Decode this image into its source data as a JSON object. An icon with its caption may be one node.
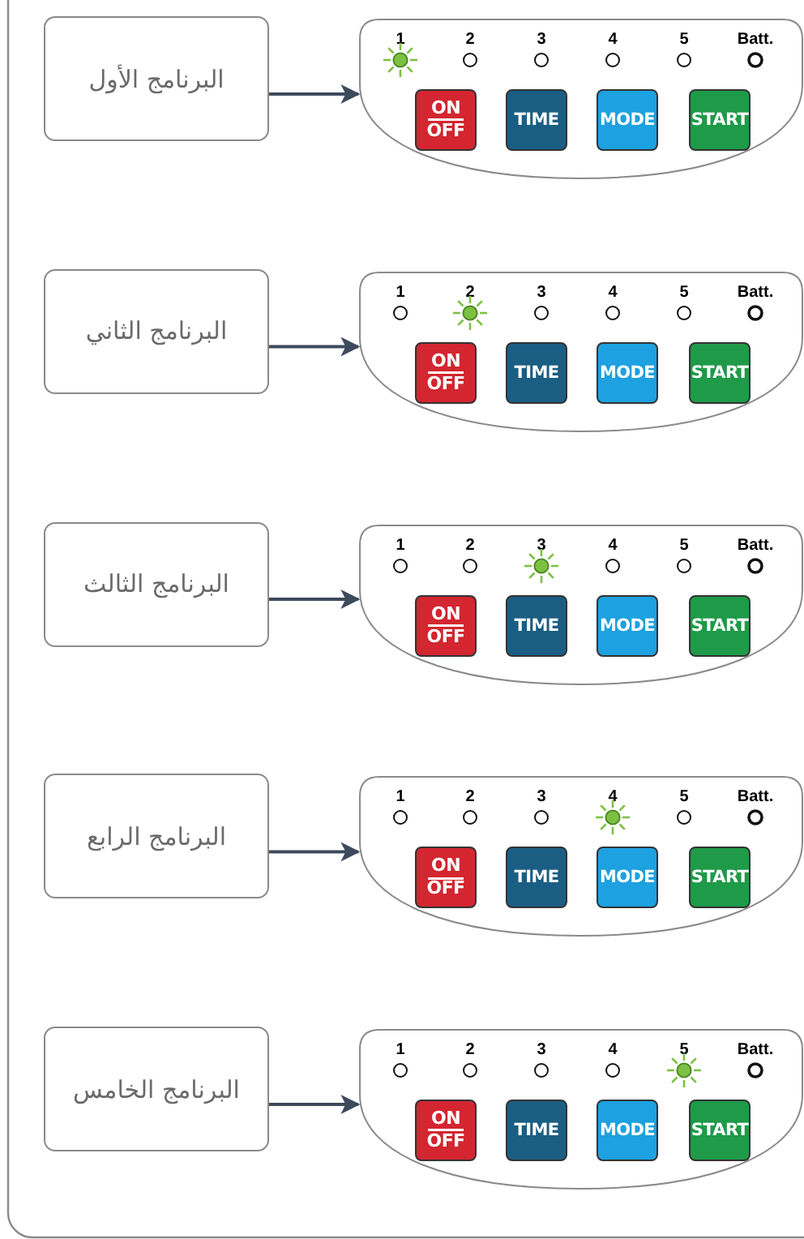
{
  "diagram": {
    "nodes": [
      {
        "text": [
          "البرنامج الأول"
        ]
      },
      {
        "text": [],
        "shape": "box"
      },
      {
        "text": [
          "ON OFF"
        ],
        "in": 1
      },
      {
        "text": [
          "TIME"
        ],
        "in": 1
      },
      {
        "text": [
          "MODE"
        ],
        "in": 1
      },
      {
        "text": [
          "START"
        ],
        "in": 1
      },
      {
        "text": [
          "البرنامج الثاني"
        ]
      },
      {
        "text": [],
        "shape": "box"
      },
      {
        "text": [
          "ON OFF"
        ],
        "in": 7
      },
      {
        "text": [
          "TIME"
        ],
        "in": 7
      },
      {
        "text": [
          "MODE"
        ],
        "in": 7
      },
      {
        "text": [
          "START"
        ],
        "in": 7
      },
      {
        "text": [
          "البرنامج الثالث"
        ]
      },
      {
        "text": [],
        "shape": "box"
      },
      {
        "text": [
          "ON OFF"
        ],
        "in": 13
      },
      {
        "text": [
          "TIME"
        ],
        "in": 13
      },
      {
        "text": [
          "MODE"
        ],
        "in": 13
      },
      {
        "text": [
          "START"
        ],
        "in": 13
      },
      {
        "text": [
          "البرنامج الرابع"
        ]
      },
      {
        "text": [],
        "shape": "box"
      },
      {
        "text": [
          "ON OFF"
        ],
        "in": 19
      },
      {
        "text": [
          "TIME"
        ],
        "in": 19
      },
      {
        "text": [
          "MODE"
        ],
        "in": 19
      },
      {
        "text": [
          "START"
        ],
        "in": 19
      },
      {
        "text": [
          "البرنامج الخامس"
        ]
      },
      {
        "text": [],
        "shape": "box"
      },
      {
        "text": [
          "ON OFF"
        ],
        "in": 25
      },
      {
        "text": [
          "TIME"
        ],
        "in": 25
      },
      {
        "text": [
          "MODE"
        ],
        "in": 25
      },
      {
        "text": [
          "START"
        ],
        "in": 25
      }
    ],
    "edges": [
      {
        "from": 0,
        "to": 1,
        "arrow": "to"
      },
      {
        "from": 6,
        "to": 7,
        "arrow": "to"
      },
      {
        "from": 12,
        "to": 13,
        "arrow": "to"
      },
      {
        "from": 18,
        "to": 19,
        "arrow": "to"
      },
      {
        "from": 24,
        "to": 25,
        "arrow": "to"
      }
    ],
    "labels": [
      "1",
      "2",
      "3",
      "4",
      "5",
      "Batt.",
      "1",
      "2",
      "3",
      "4",
      "5",
      "Batt.",
      "1",
      "2",
      "3",
      "4",
      "5",
      "Batt.",
      "1",
      "2",
      "3",
      "4",
      "5",
      "Batt.",
      "1",
      "2",
      "3",
      "4",
      "5",
      "Batt."
    ]
  }
}
